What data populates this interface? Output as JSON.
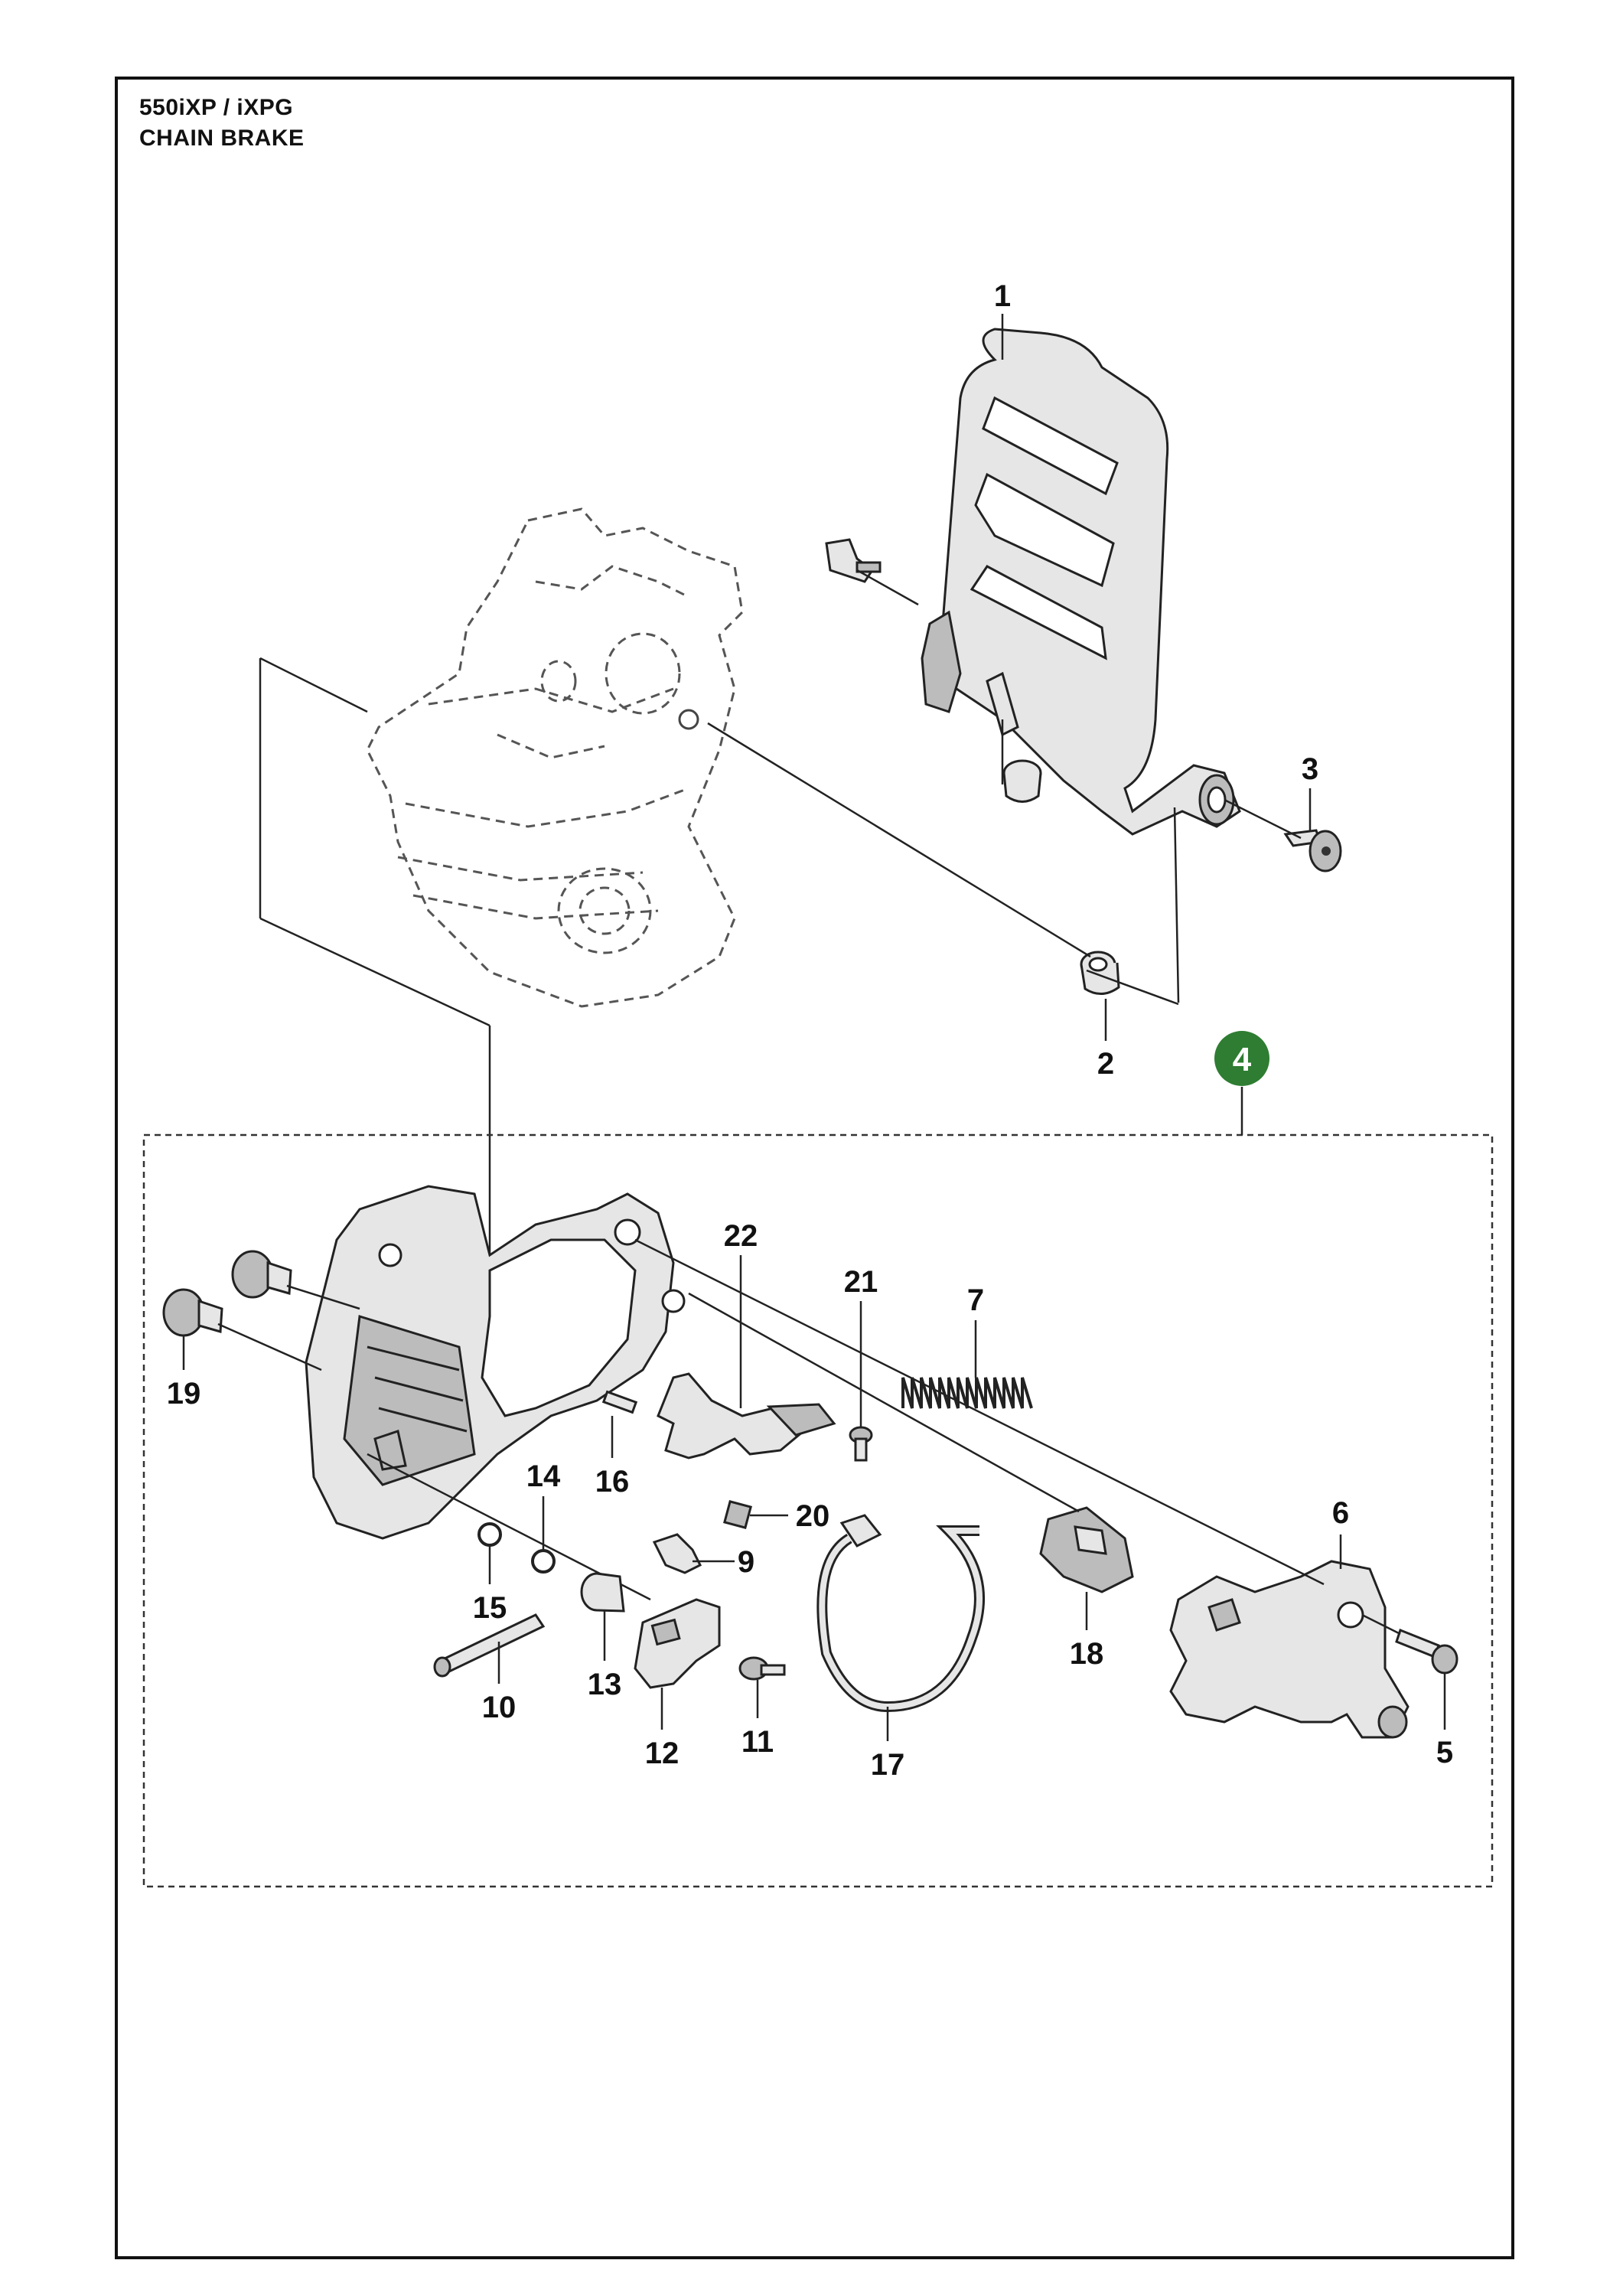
{
  "header": {
    "model": "550iXP / iXPG",
    "section": "CHAIN BRAKE"
  },
  "assembly_badge": {
    "label": "4",
    "color": "#2e7d32"
  },
  "callouts": [
    {
      "id": "c1",
      "label": "1"
    },
    {
      "id": "c2",
      "label": "2"
    },
    {
      "id": "c3",
      "label": "3"
    },
    {
      "id": "c5",
      "label": "5"
    },
    {
      "id": "c6",
      "label": "6"
    },
    {
      "id": "c7",
      "label": "7"
    },
    {
      "id": "c9",
      "label": "9"
    },
    {
      "id": "c10",
      "label": "10"
    },
    {
      "id": "c11",
      "label": "11"
    },
    {
      "id": "c12",
      "label": "12"
    },
    {
      "id": "c13",
      "label": "13"
    },
    {
      "id": "c14",
      "label": "14"
    },
    {
      "id": "c15",
      "label": "15"
    },
    {
      "id": "c16",
      "label": "16"
    },
    {
      "id": "c17",
      "label": "17"
    },
    {
      "id": "c18",
      "label": "18"
    },
    {
      "id": "c19",
      "label": "19"
    },
    {
      "id": "c20",
      "label": "20"
    },
    {
      "id": "c21",
      "label": "21"
    },
    {
      "id": "c22",
      "label": "22"
    }
  ]
}
